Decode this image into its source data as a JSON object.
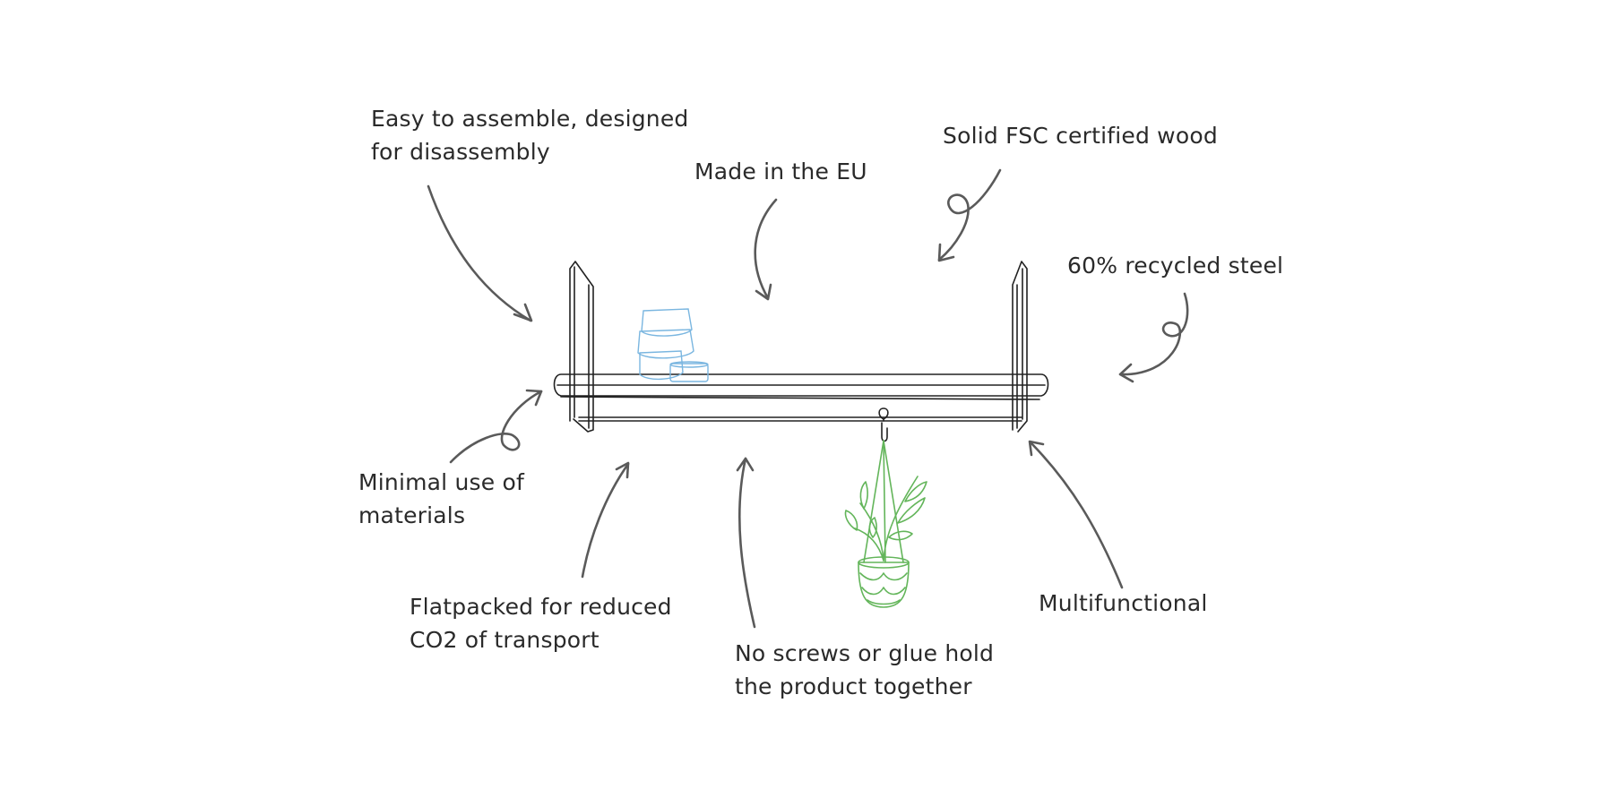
{
  "colors": {
    "text": "#2a2a2a",
    "arrow": "#5a5a5a",
    "bowls": "#7ab6e0",
    "plant": "#63b55a",
    "frame": "#222222"
  },
  "labels": {
    "assemble": [
      "Easy to assemble, designed",
      "for disassembly"
    ],
    "eu": [
      "Made in the EU"
    ],
    "wood": [
      "Solid FSC certified wood"
    ],
    "steel": [
      "60% recycled steel"
    ],
    "minimal": [
      "Minimal use of",
      "materials"
    ],
    "flatpack": [
      "Flatpacked for reduced",
      "CO2 of transport"
    ],
    "screws": [
      "No screws or glue hold",
      "the product together"
    ],
    "multi": [
      "Multifunctional"
    ]
  }
}
